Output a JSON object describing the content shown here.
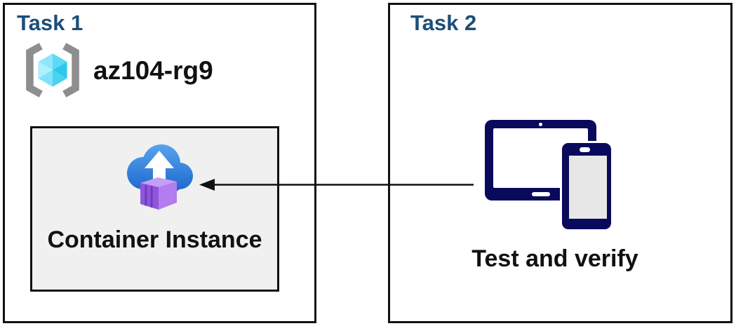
{
  "task1": {
    "title": "Task 1",
    "resource_group_name": "az104-rg9",
    "container_label": "Container Instance"
  },
  "task2": {
    "title": "Task 2",
    "caption": "Test and verify"
  },
  "icons": {
    "resource_group": "azure-resource-group",
    "container_instances": "azure-container-instances",
    "devices": "tablet-and-phone",
    "connector": "arrow-pointing-left-from-devices-to-container-instance"
  },
  "colors": {
    "heading": "#1c4e79",
    "navy": "#0a0a5c",
    "box_border": "#111111",
    "inner_box_fill": "#f0f0f0",
    "text": "#111111",
    "arrow": "#111111",
    "bracket_gray": "#8e8e8e",
    "cube_cyan_light": "#8ce7fa",
    "cube_cyan_mid": "#5cd9f5",
    "cube_cyan_dark": "#2ac8ed",
    "cloud_blue_top": "#58a4ef",
    "cloud_blue_bottom": "#1a64cb",
    "container_purple_front": "#8f55da",
    "container_purple_side": "#b37cf0",
    "container_purple_top": "#c79ef5"
  }
}
